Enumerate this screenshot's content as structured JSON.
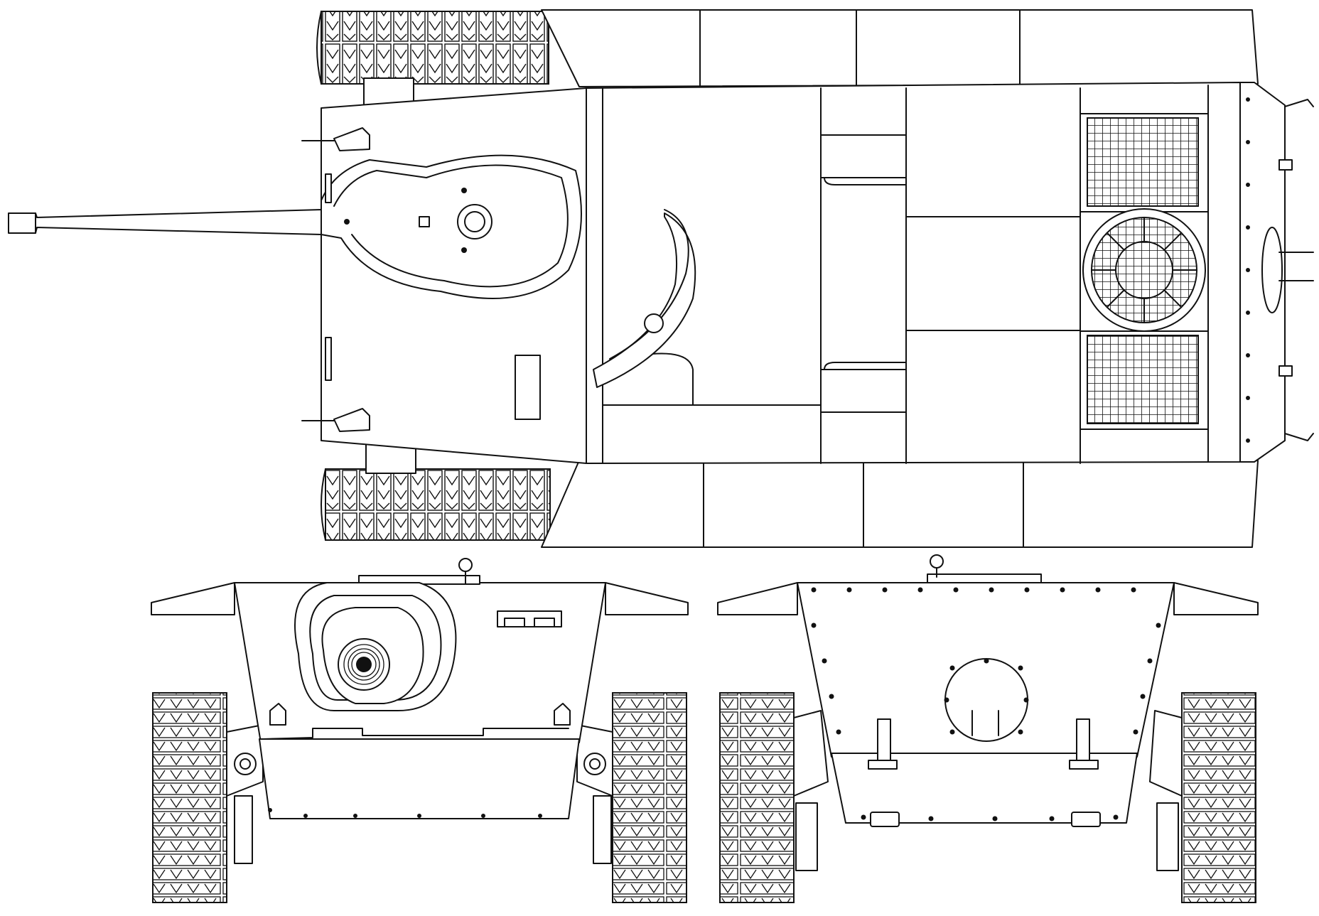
{
  "drawing": {
    "views": [
      "top",
      "front",
      "rear"
    ],
    "colors": {
      "line": "#111111",
      "background": "#ffffff"
    },
    "elements": {
      "top_view": [
        "gun-barrel",
        "gun-mantlet",
        "hull-front-plate",
        "engine-deck",
        "engine-grille",
        "cooling-fan",
        "track",
        "tow-hook"
      ],
      "front_view": [
        "gun-muzzle",
        "mantlet-shield",
        "hatch",
        "headlight",
        "track",
        "suspension"
      ],
      "rear_view": [
        "inspection-hatch",
        "bolts",
        "tow-hook",
        "track",
        "exhaust"
      ]
    }
  }
}
